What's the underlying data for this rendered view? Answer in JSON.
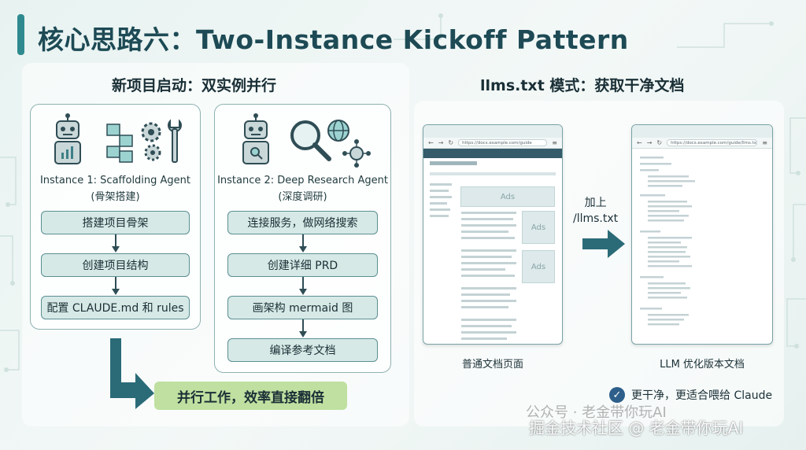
{
  "header": {
    "title": "核心思路六：Two-Instance Kickoff Pattern"
  },
  "left_section": {
    "title": "新项目启动：双实例并行",
    "instance1": {
      "label": "Instance 1: Scaffolding Agent",
      "sub": "(骨架搭建)",
      "steps": [
        "搭建项目骨架",
        "创建项目结构",
        "配置 CLAUDE.md 和 rules"
      ]
    },
    "instance2": {
      "label": "Instance 2: Deep Research Agent",
      "sub": "(深度调研)",
      "steps": [
        "连接服务，做网络搜索",
        "创建详细 PRD",
        "画架构 mermaid 图",
        "编译参考文档"
      ]
    },
    "result": "并行工作，效率直接翻倍"
  },
  "right_section": {
    "title": "llms.txt 模式：获取干净文档",
    "browser_normal": {
      "url": "https://docs.example.com/guide",
      "label": "普通文档页面",
      "ads": [
        "Ads",
        "Ads",
        "Ads"
      ]
    },
    "transform": {
      "line1": "加上",
      "line2": "/llms.txt"
    },
    "browser_llm": {
      "url": "https://docs.example.com/guide/llms.txt",
      "label": "LLM 优化版本文档"
    },
    "benefit": "更干净，更适合喂给 Claude"
  },
  "watermark": {
    "line1": "公众号 · 老金带你玩AI",
    "line2": "掘金技术社区 @ 老金带你玩AI"
  },
  "colors": {
    "accent": "#2f8a8f",
    "arrow": "#2b6b78",
    "step_bg": "#d6e9e6",
    "result_bg": "#bfe0a0",
    "check": "#2d5f8a"
  },
  "icons": [
    "robot-icon",
    "cubes-icon",
    "gears-icon",
    "wrench-icon",
    "magnifier-icon",
    "globe-icon",
    "network-icon",
    "check-icon",
    "chevron-arrow-icon"
  ]
}
